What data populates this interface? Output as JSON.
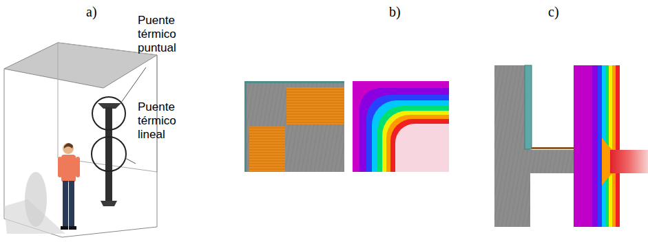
{
  "diagram": {
    "labels": [
      "a)",
      "b)",
      "c)",
      "Puente térmico puntual",
      "Puente térmico lineal"
    ]
  }
}
